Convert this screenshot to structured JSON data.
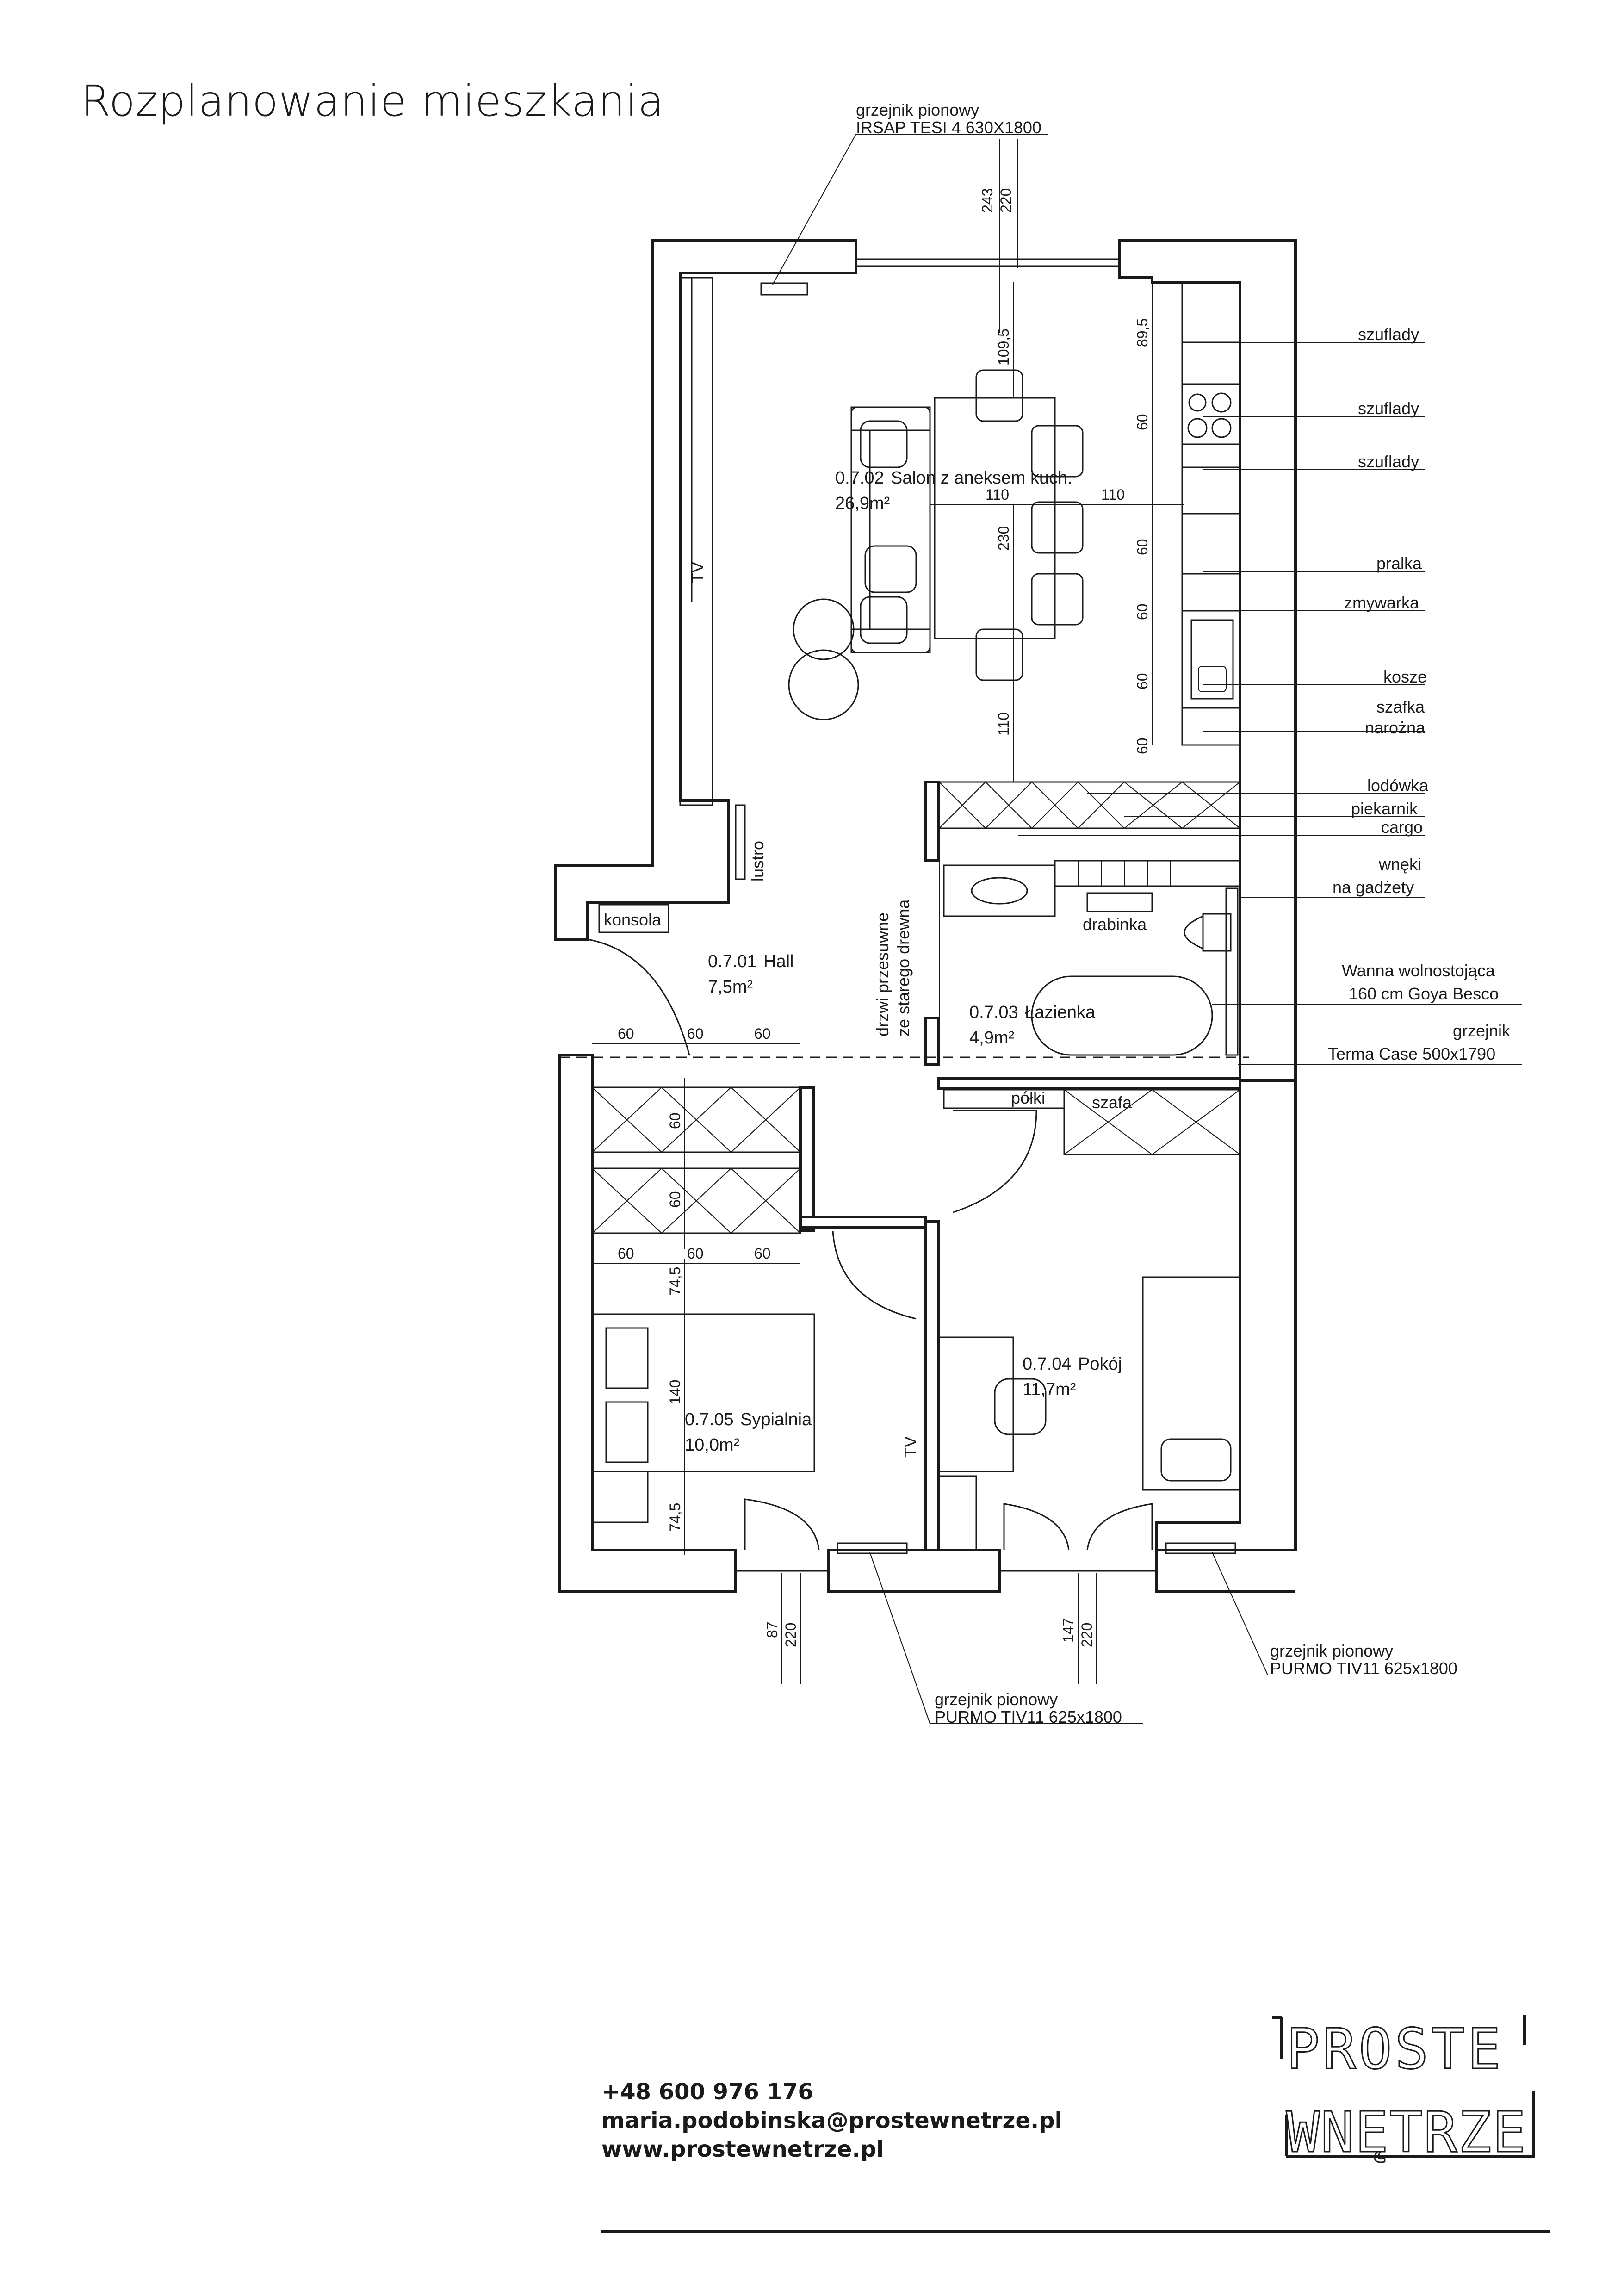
{
  "title": "Rozplanowanie mieszkania",
  "rooms": [
    {
      "code": "0.7.02",
      "name": "Salon z aneksem kuch.",
      "area": "26,9m²"
    },
    {
      "code": "0.7.01",
      "name": "Hall",
      "area": "7,5m²"
    },
    {
      "code": "0.7.03",
      "name": "Łazienka",
      "area": "4,9m²"
    },
    {
      "code": "0.7.04",
      "name": "Pokój",
      "area": "11,7m²"
    },
    {
      "code": "0.7.05",
      "name": "Sypialnia",
      "area": "10,0m²"
    }
  ],
  "callouts": {
    "radiator_top_1": "grzejnik pionowy",
    "radiator_top_2": "IRSAP TESI 4 630X1800",
    "drawers_1": "szuflady",
    "drawers_2": "szuflady",
    "drawers_3": "szuflady",
    "washer": "pralka",
    "dishwasher": "zmywarka",
    "bins": "kosze",
    "corner_cab_1": "szafka",
    "corner_cab_2": "narożna",
    "fridge": "lodówka",
    "oven": "piekarnik",
    "cargo": "cargo",
    "niches_1": "wnęki",
    "niches_2": "na gadżety",
    "bath_1": "Wanna wolnostojąca",
    "bath_2": "160 cm Goya Besco",
    "rad_bath_1": "grzejnik",
    "rad_bath_2": "Terma Case 500x1790",
    "rad_right_1": "grzejnik pionowy",
    "rad_right_2": "PURMO TIV11 625x1800",
    "rad_bottom_1": "grzejnik pionowy",
    "rad_bottom_2": "PURMO TIV11 625x1800"
  },
  "labels": {
    "tv_living": "TV",
    "mirror": "lustro",
    "console": "konsola",
    "ladder": "drabinka",
    "shelves": "półki",
    "wardrobe": "szafa",
    "tv_room": "TV",
    "door_1": "drzwi przesuwne",
    "door_2": "ze starego drewna"
  },
  "dimensions": {
    "top_a": "243",
    "top_b": "220",
    "d1095": "109,5",
    "d895": "89,5",
    "d110a": "110",
    "d110b": "110",
    "d230": "230",
    "d110c": "110",
    "k60": [
      "60",
      "60",
      "60",
      "60",
      "60"
    ],
    "w60top": [
      "60",
      "60",
      "60"
    ],
    "w60side": [
      "60",
      "60"
    ],
    "w60bot": [
      "60",
      "60",
      "60"
    ],
    "d745a": "74,5",
    "d140": "140",
    "d745b": "74,5",
    "bot1a": "87",
    "bot1b": "220",
    "bot2a": "147",
    "bot2b": "220"
  },
  "contact": {
    "phone": "+48 600 976 176",
    "email": "maria.podobinska@prostewnetrze.pl",
    "web": "www.prostewnetrze.pl"
  },
  "logo": {
    "line1": "PROSTE",
    "line2": "WNĘTRZE"
  }
}
